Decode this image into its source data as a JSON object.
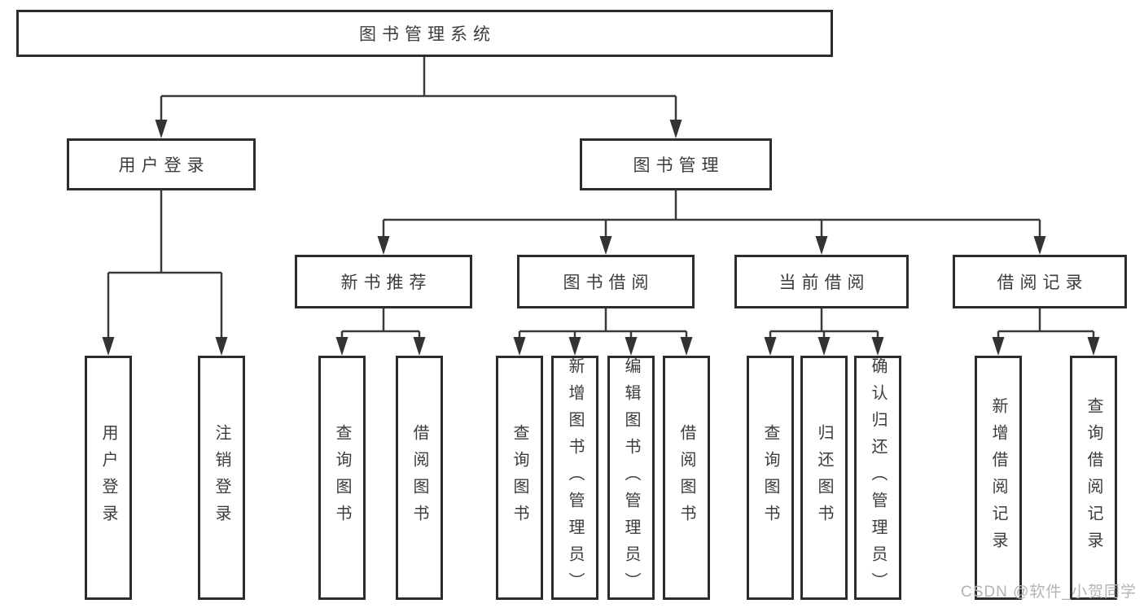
{
  "colors": {
    "border": "#2d2d2d",
    "line": "#3a3a3a",
    "text": "#3c3c3c",
    "watermark": "#b1b4b6",
    "background": "#ffffff"
  },
  "diagram": {
    "root": {
      "label": "图书管理系统"
    },
    "branches": [
      {
        "label": "用户登录",
        "children": [
          {
            "label": "用户登录"
          },
          {
            "label": "注销登录"
          }
        ]
      },
      {
        "label": "图书管理",
        "groups": [
          {
            "label": "新书推荐",
            "children": [
              {
                "label": "查询图书"
              },
              {
                "label": "借阅图书"
              }
            ]
          },
          {
            "label": "图书借阅",
            "children": [
              {
                "label": "查询图书"
              },
              {
                "label": "新增图书（管理员）"
              },
              {
                "label": "编辑图书（管理员）"
              },
              {
                "label": "借阅图书"
              }
            ]
          },
          {
            "label": "当前借阅",
            "children": [
              {
                "label": "查询图书"
              },
              {
                "label": "归还图书"
              },
              {
                "label": "确认归还（管理员）"
              }
            ]
          },
          {
            "label": "借阅记录",
            "children": [
              {
                "label": "新增借阅记录"
              },
              {
                "label": "查询借阅记录"
              }
            ]
          }
        ]
      }
    ]
  },
  "watermark": {
    "text": "CSDN @软件_小贺同学"
  }
}
